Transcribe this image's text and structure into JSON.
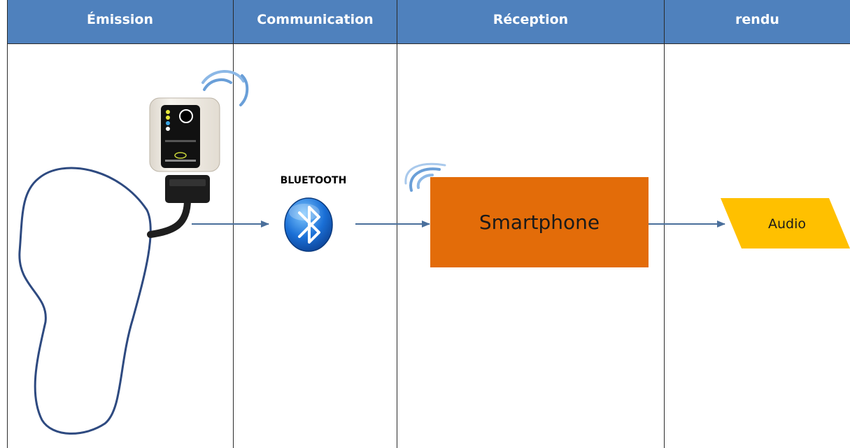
{
  "lanes": [
    {
      "title": "Émission"
    },
    {
      "title": "Communication"
    },
    {
      "title": "Réception"
    },
    {
      "title": "rendu"
    }
  ],
  "nodes": {
    "bluetooth_label": "BLUETOOTH",
    "smartphone": "Smartphone",
    "audio": "Audio"
  },
  "colors": {
    "header": "#4f81bd",
    "smartphone": "#e36c09",
    "audio": "#ffc000",
    "arrow": "#4a6f9b",
    "insole": "#2e4a80"
  },
  "icons": [
    "insole-outline-icon",
    "sensor-device-icon",
    "wifi-signal-icon",
    "bluetooth-icon"
  ]
}
